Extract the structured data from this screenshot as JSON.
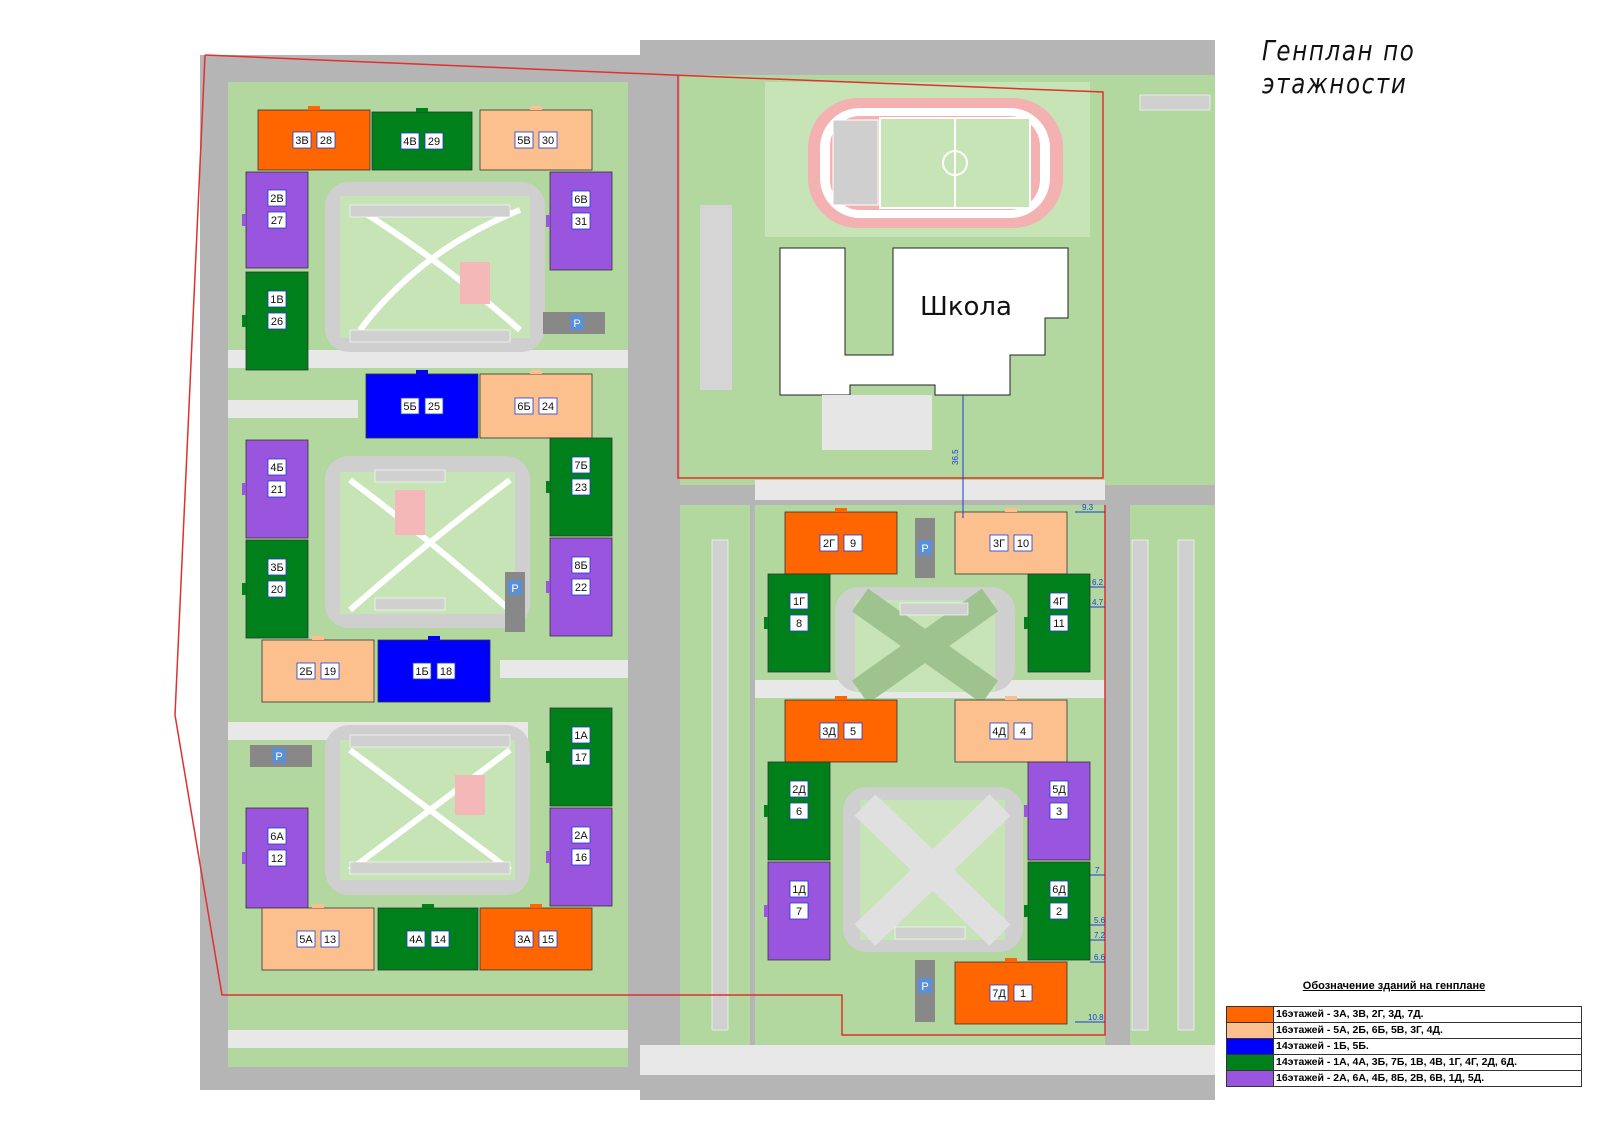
{
  "title": "Генплан по этажности",
  "school_label": "Школа",
  "colors": {
    "orange": "#ff6600",
    "peach": "#fcc08e",
    "blue": "#0000ff",
    "green": "#00801a",
    "purple": "#9955dd",
    "grass": "#b2d8a0",
    "road": "#b5b5b5",
    "path": "#e8e8e8",
    "border": "#e03030"
  },
  "buildings": [
    {
      "id": "3В",
      "num": "28",
      "color": "orange"
    },
    {
      "id": "4В",
      "num": "29",
      "color": "green"
    },
    {
      "id": "5В",
      "num": "30",
      "color": "peach"
    },
    {
      "id": "2В",
      "num": "27",
      "color": "purple"
    },
    {
      "id": "6В",
      "num": "31",
      "color": "purple"
    },
    {
      "id": "1В",
      "num": "26",
      "color": "green"
    },
    {
      "id": "5Б",
      "num": "25",
      "color": "blue"
    },
    {
      "id": "6Б",
      "num": "24",
      "color": "peach"
    },
    {
      "id": "4Б",
      "num": "21",
      "color": "purple"
    },
    {
      "id": "7Б",
      "num": "23",
      "color": "green"
    },
    {
      "id": "3Б",
      "num": "20",
      "color": "green"
    },
    {
      "id": "8Б",
      "num": "22",
      "color": "purple"
    },
    {
      "id": "2Б",
      "num": "19",
      "color": "peach"
    },
    {
      "id": "1Б",
      "num": "18",
      "color": "blue"
    },
    {
      "id": "1А",
      "num": "17",
      "color": "green"
    },
    {
      "id": "6А",
      "num": "12",
      "color": "purple"
    },
    {
      "id": "2А",
      "num": "16",
      "color": "purple"
    },
    {
      "id": "5А",
      "num": "13",
      "color": "peach"
    },
    {
      "id": "4А",
      "num": "14",
      "color": "green"
    },
    {
      "id": "3А",
      "num": "15",
      "color": "orange"
    },
    {
      "id": "2Г",
      "num": "9",
      "color": "orange"
    },
    {
      "id": "3Г",
      "num": "10",
      "color": "peach"
    },
    {
      "id": "1Г",
      "num": "8",
      "color": "green"
    },
    {
      "id": "4Г",
      "num": "11",
      "color": "green"
    },
    {
      "id": "3Д",
      "num": "5",
      "color": "orange"
    },
    {
      "id": "4Д",
      "num": "4",
      "color": "peach"
    },
    {
      "id": "2Д",
      "num": "6",
      "color": "green"
    },
    {
      "id": "5Д",
      "num": "3",
      "color": "purple"
    },
    {
      "id": "1Д",
      "num": "7",
      "color": "purple"
    },
    {
      "id": "6Д",
      "num": "2",
      "color": "green"
    },
    {
      "id": "7Д",
      "num": "1",
      "color": "orange"
    }
  ],
  "parking_label": "P",
  "dimensions": [
    "36.5",
    "9.3",
    "6.2",
    "4.7",
    "7",
    "5.6",
    "7.2",
    "6.6",
    "10.8"
  ],
  "legend": {
    "title": "Обозначение зданий на генплане",
    "rows": [
      {
        "color": "orange",
        "text": "16этажей - 3А, 3В, 2Г, 3Д, 7Д."
      },
      {
        "color": "peach",
        "text": "16этажей - 5А, 2Б, 6Б, 5В, 3Г, 4Д."
      },
      {
        "color": "blue",
        "text": "14этажей - 1Б, 5Б."
      },
      {
        "color": "green",
        "text": "14этажей - 1А, 4А, 3Б, 7Б, 1В, 4В, 1Г, 4Г, 2Д, 6Д."
      },
      {
        "color": "purple",
        "text": "16этажей - 2А, 6А, 4Б, 8Б, 2В, 6В, 1Д, 5Д."
      }
    ]
  }
}
